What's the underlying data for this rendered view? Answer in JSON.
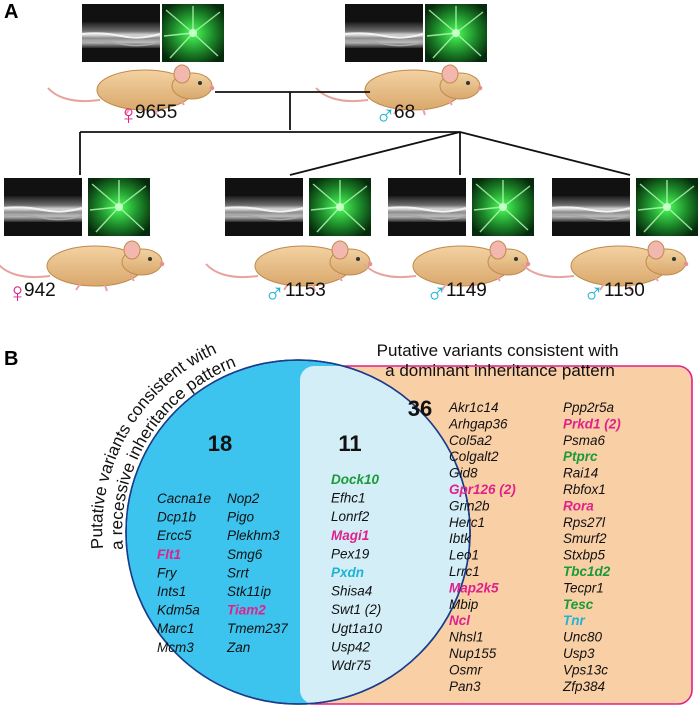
{
  "panel_a": {
    "label": "A",
    "parents": [
      {
        "sex": "female",
        "symbol": "♀",
        "id": "9655"
      },
      {
        "sex": "male",
        "symbol": "♂",
        "id": "68"
      }
    ],
    "offspring": [
      {
        "sex": "female",
        "symbol": "♀",
        "id": "942"
      },
      {
        "sex": "male",
        "symbol": "♂",
        "id": "1153"
      },
      {
        "sex": "male",
        "symbol": "♂",
        "id": "1149"
      },
      {
        "sex": "male",
        "symbol": "♂",
        "id": "1150"
      }
    ]
  },
  "panel_b": {
    "label": "B",
    "recessive_heading": [
      "Putative variants consistent with",
      "a recessive inheritance pattern"
    ],
    "dominant_heading": [
      "Putative variants consistent with",
      "a dominant inheritance pattern"
    ],
    "recessive_count": "18",
    "overlap_count": "11",
    "dominant_count": "36",
    "colors": {
      "recessive_fill": "#3cc4ee",
      "overlap_fill": "#d4eef8",
      "dominant_fill": "#f9cfa6",
      "dominant_border": "#e0218a",
      "highlight_pink": "#e0218a",
      "highlight_green": "#1a9a3a",
      "highlight_blue": "#1eb3d6",
      "plain": "#111111"
    },
    "recessive_genes": [
      [
        {
          "name": "Cacna1e",
          "style": "plain"
        },
        {
          "name": "Dcp1b",
          "style": "plain"
        },
        {
          "name": "Ercc5",
          "style": "plain"
        },
        {
          "name": "Flt1",
          "style": "pink"
        },
        {
          "name": "Fry",
          "style": "plain"
        },
        {
          "name": "Ints1",
          "style": "plain"
        },
        {
          "name": "Kdm5a",
          "style": "plain"
        },
        {
          "name": "Marc1",
          "style": "plain"
        },
        {
          "name": "Mcm3",
          "style": "plain"
        }
      ],
      [
        {
          "name": "Nop2",
          "style": "plain"
        },
        {
          "name": "Pigo",
          "style": "plain"
        },
        {
          "name": "Plekhm3",
          "style": "plain"
        },
        {
          "name": "Smg6",
          "style": "plain"
        },
        {
          "name": "Srrt",
          "style": "plain"
        },
        {
          "name": "Stk11ip",
          "style": "plain"
        },
        {
          "name": "Tiam2",
          "style": "pink"
        },
        {
          "name": "Tmem237",
          "style": "plain"
        },
        {
          "name": "Zan",
          "style": "plain"
        }
      ]
    ],
    "overlap_genes": [
      {
        "name": "Dock10",
        "style": "green"
      },
      {
        "name": "Efhc1",
        "style": "plain"
      },
      {
        "name": "Lonrf2",
        "style": "plain"
      },
      {
        "name": "Magi1",
        "style": "pink"
      },
      {
        "name": "Pex19",
        "style": "plain"
      },
      {
        "name": "Pxdn",
        "style": "blue"
      },
      {
        "name": "Shisa4",
        "style": "plain"
      },
      {
        "name": "Swt1 (2)",
        "style": "plain"
      },
      {
        "name": "Ugt1a10",
        "style": "plain"
      },
      {
        "name": "Usp42",
        "style": "plain"
      },
      {
        "name": "Wdr75",
        "style": "plain"
      }
    ],
    "dominant_genes": [
      [
        {
          "name": "Akr1c14",
          "style": "plain"
        },
        {
          "name": "Arhgap36",
          "style": "plain"
        },
        {
          "name": "Col5a2",
          "style": "plain"
        },
        {
          "name": "Colgalt2",
          "style": "plain"
        },
        {
          "name": "Gid8",
          "style": "plain"
        },
        {
          "name": "Gpr126 (2)",
          "style": "pink"
        },
        {
          "name": "Grin2b",
          "style": "plain"
        },
        {
          "name": "Herc1",
          "style": "plain"
        },
        {
          "name": "Ibtk",
          "style": "plain"
        },
        {
          "name": "Leo1",
          "style": "plain"
        },
        {
          "name": "Lrrc1",
          "style": "plain"
        },
        {
          "name": "Map2k5",
          "style": "pink"
        },
        {
          "name": "Mbip",
          "style": "plain"
        },
        {
          "name": "Ncl",
          "style": "pink"
        },
        {
          "name": "Nhsl1",
          "style": "plain"
        },
        {
          "name": "Nup155",
          "style": "plain"
        },
        {
          "name": "Osmr",
          "style": "plain"
        },
        {
          "name": "Pan3",
          "style": "plain"
        }
      ],
      [
        {
          "name": "Ppp2r5a",
          "style": "plain"
        },
        {
          "name": "Prkd1 (2)",
          "style": "pink"
        },
        {
          "name": "Psma6",
          "style": "plain"
        },
        {
          "name": "Ptprc",
          "style": "green"
        },
        {
          "name": "Rai14",
          "style": "plain"
        },
        {
          "name": "Rbfox1",
          "style": "plain"
        },
        {
          "name": "Rora",
          "style": "pink"
        },
        {
          "name": "Rps27l",
          "style": "plain"
        },
        {
          "name": "Smurf2",
          "style": "plain"
        },
        {
          "name": "Stxbp5",
          "style": "plain"
        },
        {
          "name": "Tbc1d2",
          "style": "green"
        },
        {
          "name": "Tecpr1",
          "style": "plain"
        },
        {
          "name": "Tesc",
          "style": "green"
        },
        {
          "name": "Tnr",
          "style": "lightblue"
        },
        {
          "name": "Unc80",
          "style": "plain"
        },
        {
          "name": "Usp3",
          "style": "plain"
        },
        {
          "name": "Vps13c",
          "style": "plain"
        },
        {
          "name": "Zfp384",
          "style": "plain"
        }
      ]
    ]
  }
}
